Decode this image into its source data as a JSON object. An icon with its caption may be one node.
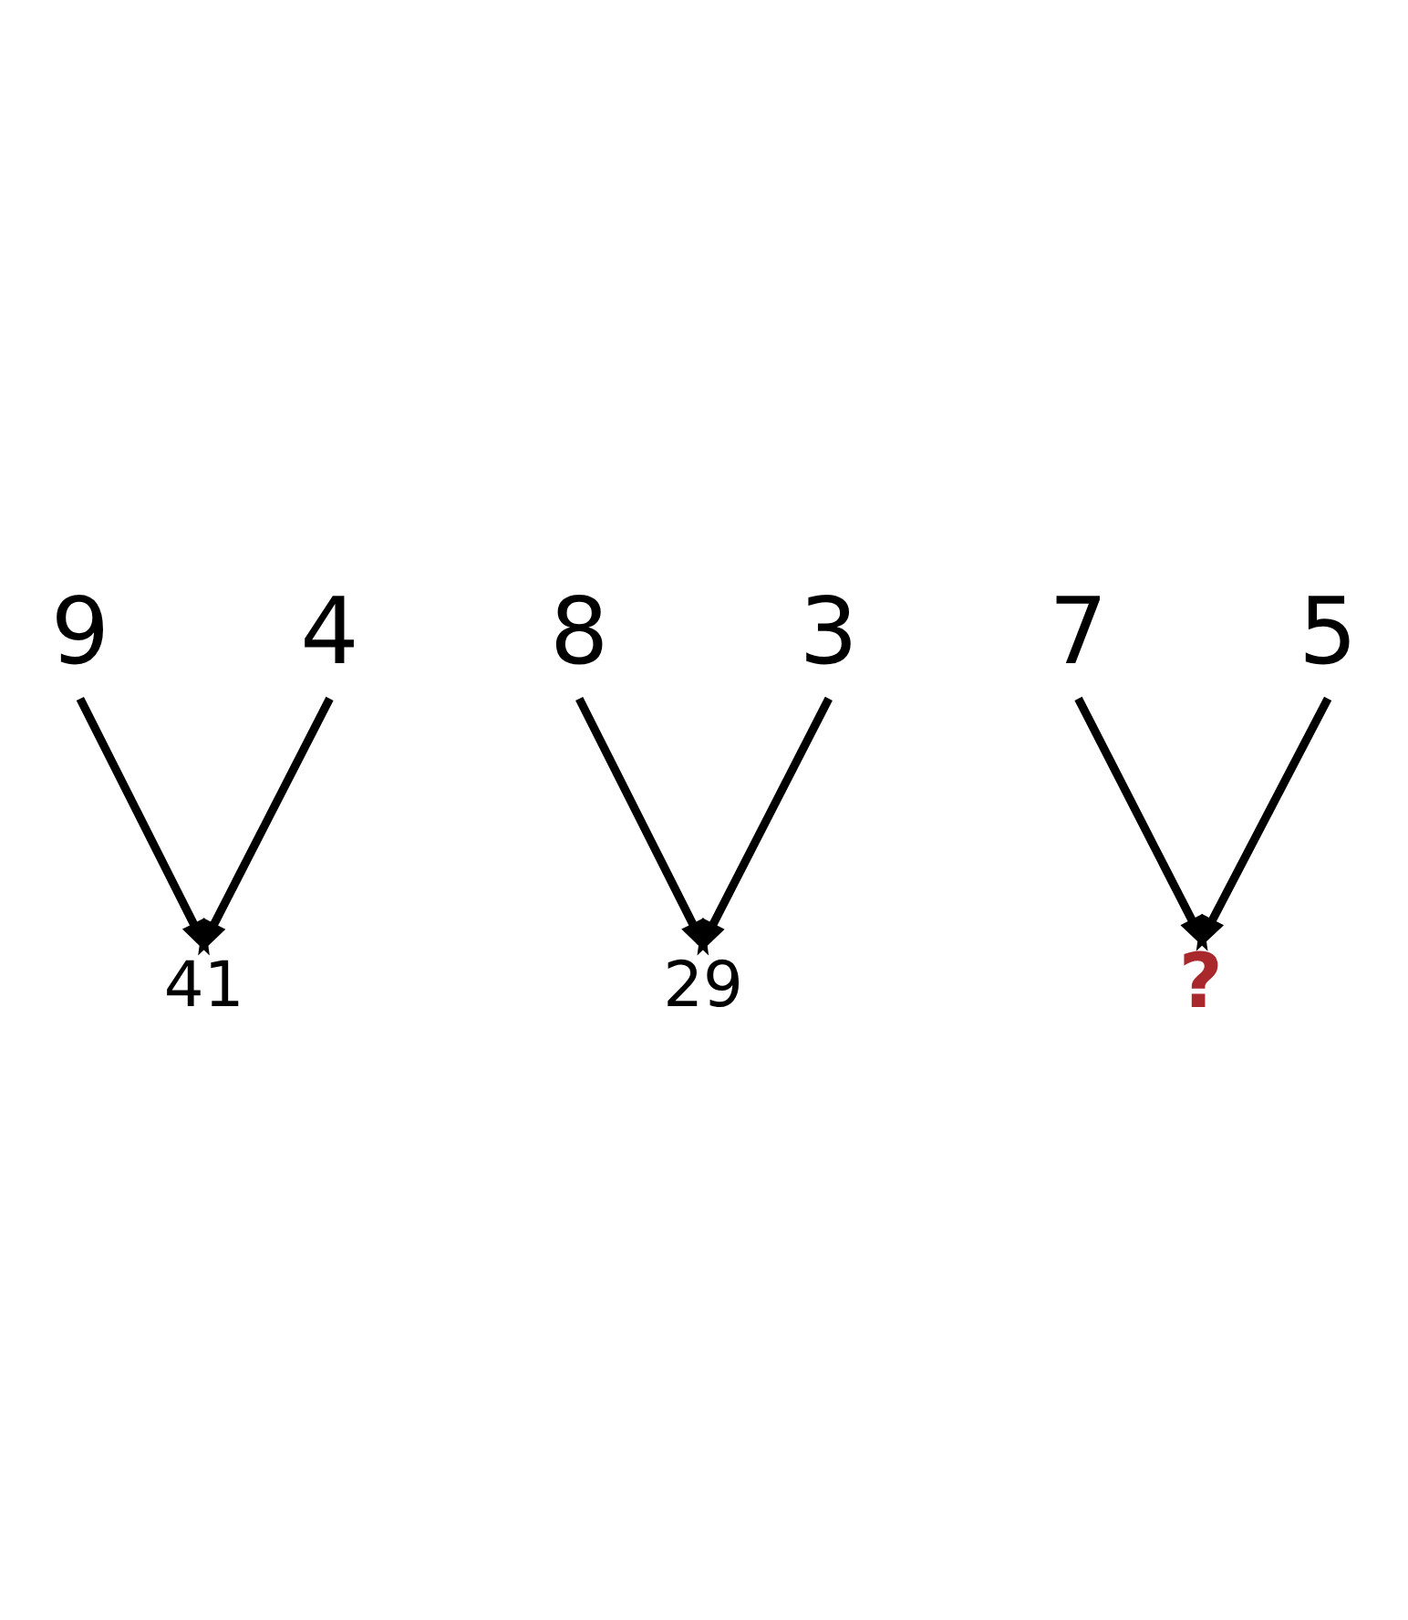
{
  "diagram": {
    "nodes": [
      {
        "text": [
          "9"
        ]
      },
      {
        "text": [
          "4"
        ]
      },
      {
        "text": [
          "41"
        ]
      },
      {
        "text": [
          "8"
        ]
      },
      {
        "text": [
          "3"
        ]
      },
      {
        "text": [
          "29"
        ]
      },
      {
        "text": [
          "7"
        ]
      },
      {
        "text": [
          "5"
        ]
      },
      {
        "text": [
          "?"
        ]
      }
    ],
    "edges": [
      {
        "from": 0,
        "to": 2,
        "arrow": "to"
      },
      {
        "from": 1,
        "to": 2,
        "arrow": "to"
      },
      {
        "from": 3,
        "to": 5,
        "arrow": "to"
      },
      {
        "from": 4,
        "to": 5,
        "arrow": "to"
      },
      {
        "from": 6,
        "to": 8,
        "arrow": "to"
      },
      {
        "from": 7,
        "to": 8,
        "arrow": "to"
      }
    ]
  }
}
